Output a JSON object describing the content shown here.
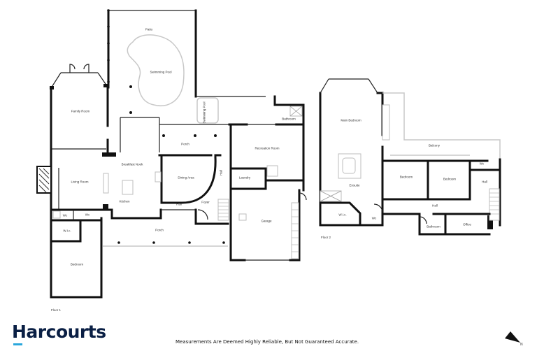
{
  "floor1": {
    "label": "Floor 1",
    "rooms": {
      "patio": "Patio",
      "swimming_pool": "Swimming Pool",
      "spa": "Swimming Pool",
      "family_room": "Family Room",
      "porch_rear": "Porch",
      "breakfast_nook": "Breakfast Nook",
      "living_room": "Living Room",
      "kitchen": "Kitchen",
      "dining_area": "Dining Area",
      "hall_vertical": "Hall",
      "hall": "Hall",
      "foyer": "Foyer",
      "bathroom": "Bathroom",
      "recreation_room": "Recreation Room",
      "laundry": "Laundry",
      "garage": "Garage",
      "wc1": "Wc",
      "wc2": "Wc",
      "wic": "W.I.c.",
      "porch_front": "Porch",
      "bedroom": "Bedroom"
    }
  },
  "floor2": {
    "label": "Floor 2",
    "rooms": {
      "main_bedroom": "Main Bedroom",
      "balcony": "Balcony",
      "ensuite": "Ensuite",
      "bedroom1": "Bedroom",
      "bedroom2": "Bedroom",
      "hall_right": "Hall",
      "hall": "Hall",
      "wic": "W.I.c.",
      "wc": "Wc",
      "wc_right": "Wc",
      "bathroom": "Bathroom",
      "office": "Office"
    }
  },
  "footer": {
    "brand": "Harcourts",
    "brand_color": "#0a1f44",
    "accent_color": "#2aa7dc",
    "disclaimer": "Measurements Are Deemed Highly Reliable, But Not Guaranteed Accurate.",
    "north_label": "N"
  }
}
